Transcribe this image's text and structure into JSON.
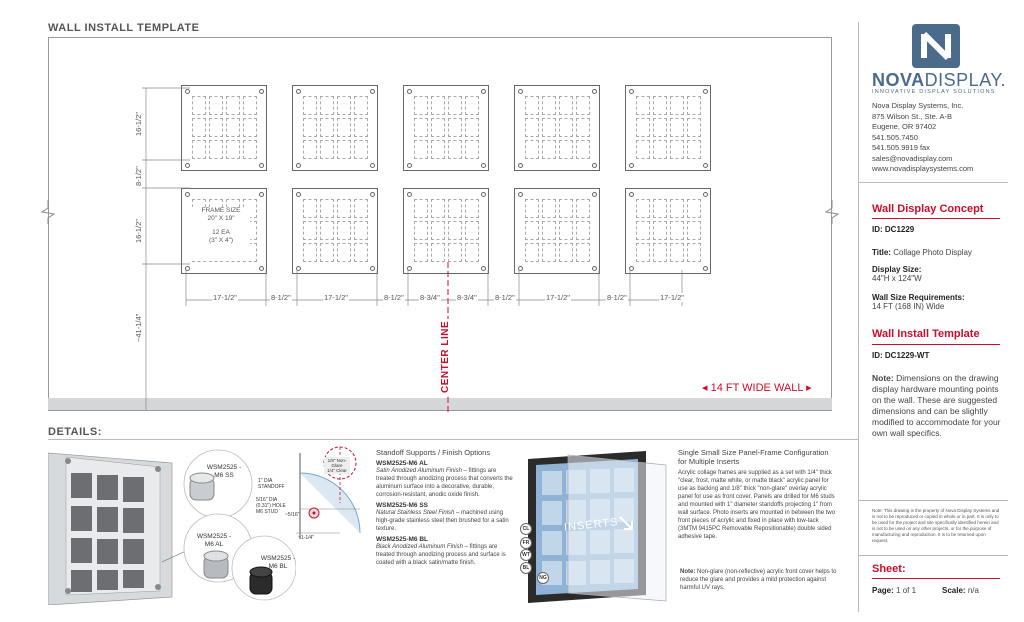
{
  "header": {
    "wall_title": "WALL INSTALL TEMPLATE",
    "details_title": "DETAILS:"
  },
  "wall": {
    "dims_vertical": [
      "16-1/2\"",
      "8-1/2\"",
      "16-1/2\"",
      "~41-1/4\""
    ],
    "dims_horizontal": [
      "17-1/2\"",
      "8-1/2\"",
      "17-1/2\"",
      "8-1/2\"",
      "8-3/4\"",
      "8-3/4\"",
      "8-1/2\"",
      "17-1/2\"",
      "8-1/2\"",
      "17-1/2\""
    ],
    "frame_label": {
      "line1": "FRAME SIZE",
      "line2": "20\" X 19\"",
      "line3": "12 EA",
      "line4": "(3\" X 4\")"
    },
    "center_line": "CENTER LINE",
    "wall_width": "14 FT WIDE WALL",
    "colors": {
      "floor": "#d5d6d8",
      "center": "#c8102e"
    }
  },
  "company": {
    "brand_bold": "NOVA",
    "brand_light": "DISPLAY.",
    "tagline": "INNOVATIVE DISPLAY SOLUTIONS",
    "address": [
      "Nova Display Systems, Inc.",
      "875 Wilson St., Ste. A-B",
      "Eugene, OR 97402",
      "541.505.7450",
      "541.505.9919 fax",
      "sales@novadisplay.com",
      "www.novadisplaysystems.com"
    ],
    "brand_color": "#4a6b8a"
  },
  "concept": {
    "heading": "Wall Display Concept",
    "id_label": "ID:",
    "id_value": "DC1229",
    "title_label": "Title:",
    "title_value": "Collage Photo Display",
    "size_label": "Display Size:",
    "size_value": "44\"H x 124\"W",
    "wall_req_label": "Wall Size Requirements:",
    "wall_req_value": "14 FT (168 IN) Wide"
  },
  "template": {
    "heading": "Wall Install Template",
    "id_label": "ID:",
    "id_value": "DC1229-WT",
    "note_label": "Note:",
    "note_text": "Dimensions on the drawing display hardware mounting points on the wall. These are suggested dimensions and can be slightly modified to accommodate for your own wall specifics."
  },
  "legal": "Note: This drawing is the property of Nova Display Systems and is not to be reproduced or copied in whole or in part. It is only to be used for the project and site specifically identified herein and is not to be used on any other projects, or for the purpose of manufacturing and reproduction. It is to be returned upon request.",
  "sheet": {
    "heading": "Sheet:",
    "page_label": "Page:",
    "page_value": "1 of 1",
    "scale_label": "Scale:",
    "scale_value": "n/a"
  },
  "details": {
    "standoff_labels": [
      "WSM2525 -M6 SS",
      "WSM2525 -M6 AL",
      "WSM2525 -M6 BL"
    ],
    "diagram_labels": {
      "dia": "1\" DIA STANDOFF",
      "hole": "5/16\" DIA (0.31\") HOLE M6 STUD",
      "nonglare": "1/8\" Non-Glare",
      "clear": "1/4\" Clear",
      "dim1": "~5/16\"",
      "dim2": "~1-1/4\""
    },
    "supports_heading": "Standoff Supports / Finish Options",
    "al_title": "WSM2525-M6 AL",
    "al_sub": "Satin Anodized Aluminum Finish",
    "al_text": "– fittings are treated through anodizing process that converts the aluminum surface into a decorative, durable, corrosion-resistant, anodic oxide finish.",
    "ss_title": "WSM2525-M6 SS",
    "ss_sub": "Natural Stainless Steel Finish",
    "ss_text": "– machined using high-grade stainless steel then brushed for a satin texture.",
    "bl_title": "WSM2525-M6 BL",
    "bl_sub": "Black Anodized Aluminum Finish",
    "bl_text": "– fittings are treated through anodizing process and surface is coated with a black satin/matte finish.",
    "inserts_label": "INSERTS",
    "badges": [
      "CL",
      "FR",
      "WT",
      "BL",
      "NG"
    ],
    "config_heading": "Single Small Size Panel-Frame Configuration for Multiple Inserts",
    "config_text": "Acrylic collage frames are supplied as a set with 1/4\" thick \"clear, frost, matte white, or matte black\" acrylic panel for use as backing and 1/8\" thick \"non-glare\" overlay acrylic panel for use as front cover. Panels are drilled for M6 studs and mounted with 1\" diameter standoffs projecting 1\" from wall surface. Photo inserts are mounted in between the two front pieces of acrylic and fixed in place with low-tack (3MTM 9415PC Removable Repositionable) double sided adhesive tape.",
    "nonglare_label": "Note:",
    "nonglare_text": "Non-glare (non-reflective) acrylic front cover helps to reduce the glare and provides a mild protection against harmful UV rays."
  }
}
